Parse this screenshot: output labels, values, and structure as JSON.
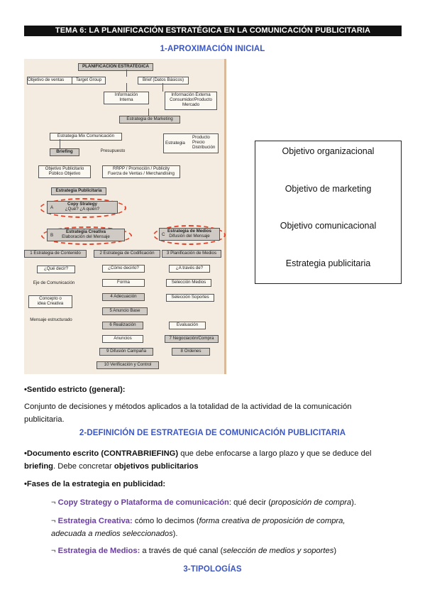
{
  "header": {
    "title": "TEMA 6: LA PLANIFICACIÓN ESTRATÉGICA EN LA COMUNICACIÓN PUBLICITARIA"
  },
  "sections": {
    "s1": "1-APROXIMACIÓN INICIAL",
    "s2": "2-DEFINICIÓN DE ESTRATEGIA DE COMUNICACIÓN PUBLICITARIA",
    "s3": "3-TIPOLOGÍAS"
  },
  "diagram": {
    "title": "PLANIFICACIÓN ESTRATÉGICA",
    "objetivo_ventas": "Objetivo de ventas",
    "target_group": "Target Group",
    "brief": "Brief (Datos Básicos)",
    "info_interna_1": "Información",
    "info_interna_2": "Interna",
    "info_externa_1": "Información Externa",
    "info_externa_2": "Consumidor/Producto",
    "info_externa_3": "Mercado",
    "estrategia_marketing": "Estrategia de Marketing",
    "estrategia_mix": "Estrategia Mix Comunicación",
    "mix_estrategia": "Estrategia",
    "mix_1": "Producto",
    "mix_2": "Precio",
    "mix_3": "Distribución",
    "briefing": "Briefing",
    "presupuesto": "Presupuesto",
    "objetivo_publicitario_1": "Objetivo Publicitario",
    "objetivo_publicitario_2": "Público Objetivo",
    "rrpp_1": "RRPP / Promoción / Publicity",
    "rrpp_2": "Fuerza de Ventas / Merchandising",
    "estrategia_publicitaria": "Estrategia Publicitaria",
    "copy_1": "Copy Strategy",
    "copy_2": "¿Qué? ¿A quién?",
    "copy_letter": "A",
    "creativa_letter": "B",
    "creativa_1": "Estrategia Creativa",
    "creativa_2": "Elaboración del Mensaje",
    "medios_letter": "C",
    "medios_1": "Estrategia de Medios",
    "medios_2": "Difusión del Mensaje",
    "contenido": "1 Estrategia de Contenido",
    "codificacion": "2 Estrategia de Codificación",
    "planificacion": "3 Planificación de Medios",
    "que_decir": "¿Qué decir?",
    "como_decirlo": "¿Cómo decirlo?",
    "a_traves": "¿A través de?",
    "eje": "Eje de Comunicación",
    "forma": "Forma",
    "seleccion_medios": "Selección Medios",
    "adecuacion": "4 Adecuación",
    "seleccion_soportes": "Selección Soportes",
    "concepto_1": "Concepto o",
    "concepto_2": "idea Creativa",
    "anuncio_base": "5 Anuncio Base",
    "realizacion": "6 Realización",
    "evaluacion": "Evaluación",
    "mensaje": "Mensaje estructurado",
    "anuncios": "Anuncios",
    "negociacion": "7 Negociación/Compra",
    "difusion": "9 Difusión Campaña",
    "ordenes": "8 Órdenes",
    "verificacion": "10 Verificación y Control"
  },
  "objectives": [
    "Objetivo organizacional",
    "Objetivo de marketing",
    "Objetivo comunicacional",
    "Estrategia publicitaria"
  ],
  "body": {
    "sentido_label": "•Sentido estricto (general):",
    "sentido_text_1": "Conjunto de decisiones y métodos aplicados a la totalidad de la actividad de la comunicación",
    "sentido_text_2": "publicitaria.",
    "doc_bold": "•Documento escrito (CONTRABRIEFING)",
    "doc_text_1": " que debe enfocarse a largo plazo y que se deduce del",
    "doc_briefing": "briefing",
    "doc_text_2": ". Debe concretar ",
    "doc_obj": "objetivos publicitarios",
    "fases_label": "•Fases de la estrategia en publicidad:",
    "bullet": "¬",
    "f1_name": "Copy Strategy o Plataforma de comunicación",
    "f1_text": ": qué decir (",
    "f1_it": "proposición de compra",
    "f1_end": ").",
    "f2_name": "Estrategia Creativa:",
    "f2_text": " cómo lo decimos (",
    "f2_it_1": "forma creativa de proposición de compra,",
    "f2_it_2": "adecuada a medios seleccionados",
    "f2_end": ").",
    "f3_name": "Estrategia de Medios:",
    "f3_text": " a través de qué canal (",
    "f3_it": "selección de medios y soportes",
    "f3_end": ")"
  }
}
